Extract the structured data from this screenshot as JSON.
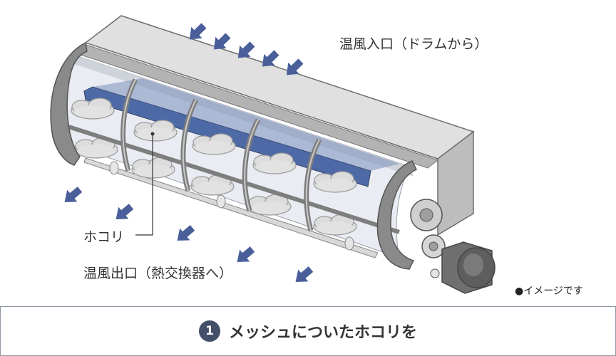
{
  "labels": {
    "inlet": "温風入口（ドラムから）",
    "dust": "ホコリ",
    "outlet": "温風出口（熱交換器へ）",
    "note": "●イメージです"
  },
  "caption": {
    "step_number": "1",
    "text": "メッシュについたホコリを"
  },
  "colors": {
    "arrow": "#4a5f9a",
    "housing": "#d4d4d4",
    "frame": "#8c8c8c",
    "duct": "#4e6aa6",
    "dust": "#dcdcdc",
    "badge": "#44506a"
  }
}
